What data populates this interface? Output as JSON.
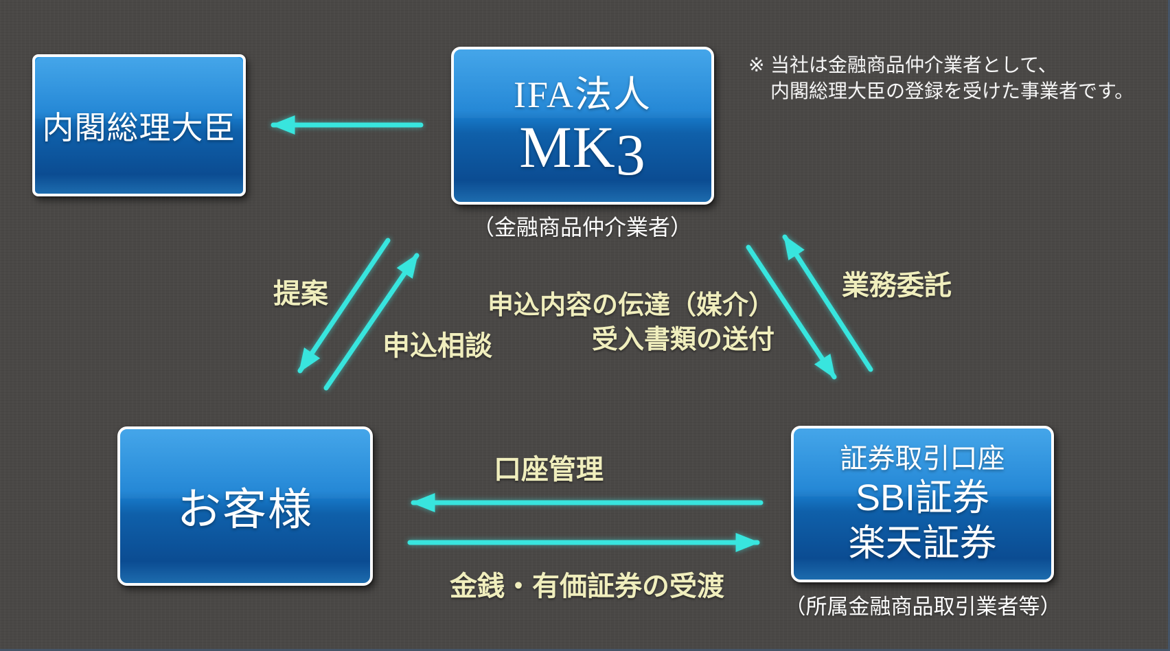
{
  "colors": {
    "background": "#4a4846",
    "box_gradient_top": "#2697e6",
    "box_gradient_mid": "#0f60aa",
    "box_gradient_bottom": "#0b4c92",
    "box_border": "#ffffff",
    "arrow": "#38e5de",
    "label_yellow": "#f0eebd",
    "text_white": "#ffffff",
    "edge_line": "#44586f"
  },
  "note": {
    "marker": "※",
    "line1": "当社は金融商品仲介業者として、",
    "line2": "内閣総理大臣の登録を受けた事業者です。"
  },
  "nodes": {
    "prime_minister": {
      "label": "内閣総理大臣"
    },
    "ifa": {
      "line1": "IFA法人",
      "line2_mk": "MK",
      "line2_num": "3",
      "caption": "（金融商品仲介業者）"
    },
    "customer": {
      "label": "お客様"
    },
    "securities": {
      "line1": "証券取引口座",
      "line2": "SBI証券",
      "line3": "楽天証券",
      "caption": "（所属金融商品取引業者等）"
    }
  },
  "labels": {
    "proposal": "提案",
    "application_consult": "申込相談",
    "relay_of_application": "申込内容の伝達（媒介）",
    "sending_documents": "受入書類の送付",
    "business_outsourcing": "業務委託",
    "account_management": "口座管理",
    "money_securities_delivery": "金銭・有価証券の受渡"
  }
}
